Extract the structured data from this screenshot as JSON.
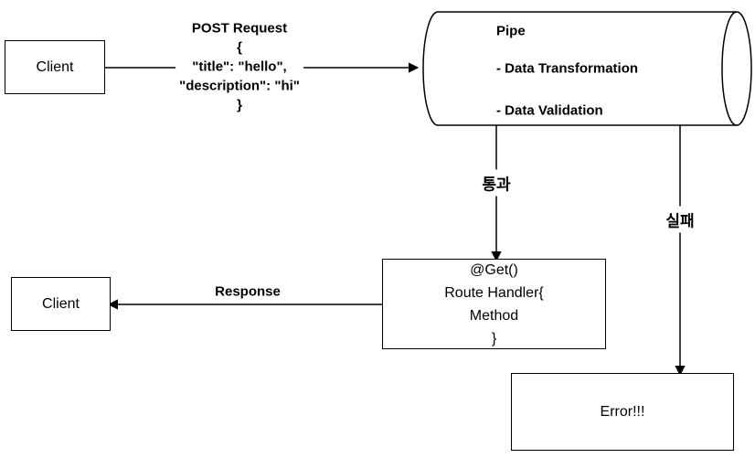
{
  "diagram": {
    "nodes": {
      "client_top": {
        "label": "Client"
      },
      "client_bottom": {
        "label": "Client"
      },
      "pipe": {
        "title": "Pipe",
        "items": [
          "- Data Transformation",
          "- Data Validation"
        ]
      },
      "route_handler": {
        "text": "@Get()\nRoute Handler{\nMethod\n}"
      },
      "error": {
        "label": "Error!!!"
      }
    },
    "edges": {
      "post_request": {
        "label": "POST Request\n{\n\"title\": \"hello\",\n\"description\": \"hi\"\n}"
      },
      "pass": {
        "label": "통과"
      },
      "fail": {
        "label": "실패"
      },
      "response": {
        "label": "Response"
      }
    },
    "colors": {
      "stroke": "#000000",
      "background": "#ffffff",
      "text": "#000000"
    }
  }
}
